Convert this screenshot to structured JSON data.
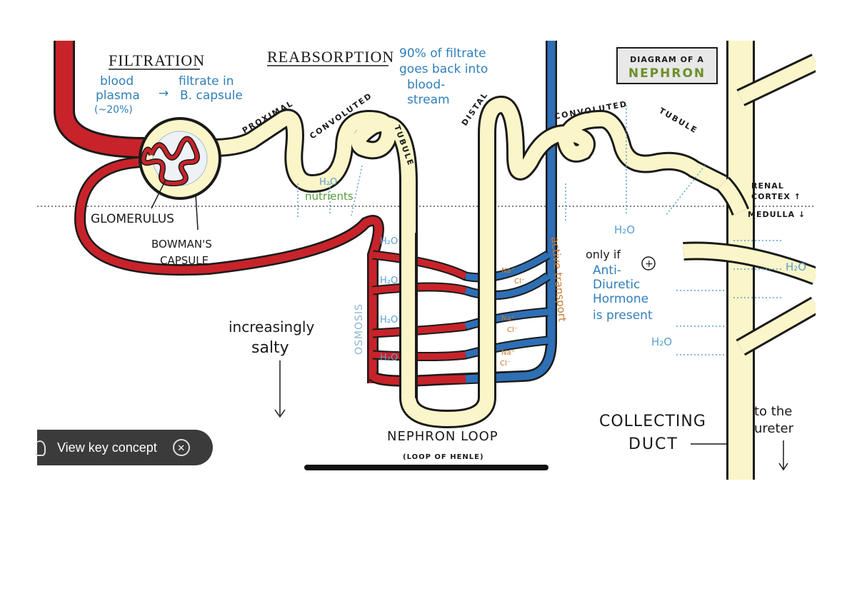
{
  "headings": {
    "filtration": "FILTRATION",
    "reabsorption": "REABSORPTION"
  },
  "badge": {
    "line1": "DIAGRAM OF A",
    "line2": "NEPHRON"
  },
  "notes": {
    "blood_plasma_1": "blood",
    "blood_plasma_2": "plasma",
    "blood_plasma_3": "(~20%)",
    "arrow": "→",
    "filtrate_1": "filtrate in",
    "filtrate_2": "B. capsule",
    "reabs_1": "90% of filtrate",
    "reabs_2": "goes back into",
    "reabs_3": "blood-",
    "reabs_4": "stream"
  },
  "tubule_labels": {
    "proximal": "PROXIMAL",
    "convoluted1": "CONVOLUTED",
    "tubule1": "TUBULE",
    "distal": "DISTAL",
    "convoluted2": "CONVOLUTED",
    "tubule2": "TUBULE"
  },
  "labels": {
    "glomerulus": "GLOMERULUS",
    "bowmans_1": "BOWMAN'S",
    "bowmans_2": "CAPSULE",
    "nutrients": "nutrients",
    "h2o": "H₂O",
    "osmosis": "OSMOSIS",
    "active_transport": "active transport",
    "na": "Na⁺",
    "cl": "Cl⁻",
    "salty_1": "increasingly",
    "salty_2": "salty",
    "loop_1": "NEPHRON LOOP",
    "loop_2": "(LOOP OF HENLE)",
    "renal_1": "RENAL",
    "renal_2": "CORTEX ↑",
    "medulla": "MEDULLA ↓",
    "adh_1": "only if",
    "adh_2": "Anti-",
    "adh_3": "Diuretic",
    "adh_4": "Hormone",
    "adh_5": "is present",
    "adh_plus": "+",
    "collecting_1": "COLLECTING",
    "collecting_2": "DUCT",
    "ureter_1": "to the",
    "ureter_2": "ureter"
  },
  "overlay": {
    "key_concept_label": "View key concept",
    "close_symbol": "✕"
  },
  "colors": {
    "artery_red": "#c8232a",
    "vein_blue": "#2e6fb5",
    "tubule_cream": "#fbf6c9",
    "outline": "#1a1a1a",
    "note_blue": "#2f7fb8",
    "nutrients_green": "#5a9a3a",
    "ion_orange": "#c77a2e",
    "badge_green": "#6d8f2a"
  }
}
